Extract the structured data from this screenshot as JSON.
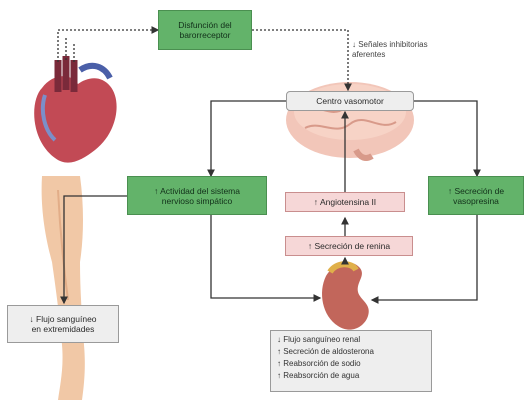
{
  "nodes": {
    "disfuncion": "Disfunción del\nbarorreceptor",
    "senales": "↓ Señales inhibitorias\naferentes",
    "centro": "Centro vasomotor",
    "simpatico": "↑ Actividad del sistema\nnervioso simpático",
    "vasopresina": "↑ Secreción de\nvasopresina",
    "angiotensina": "↑ Angiotensina II",
    "renina": "↑ Secreción de renina",
    "flujo_extremidades": "↓ Flujo sanguíneo\nen extremidades"
  },
  "kidney_effects": [
    "↓ Flujo sanguíneo renal",
    "↑ Secreción de aldosterona",
    "↑ Reabsorción de sodio",
    "↑ Reabsorción de agua"
  ],
  "colors": {
    "green_box": "#63b36a",
    "pink_box": "#f6d7d7",
    "grey_box": "#eeeeee",
    "arrow": "#333333"
  },
  "icons": [
    "heart-illustration",
    "brain-illustration",
    "leg-illustration",
    "kidney-illustration"
  ]
}
